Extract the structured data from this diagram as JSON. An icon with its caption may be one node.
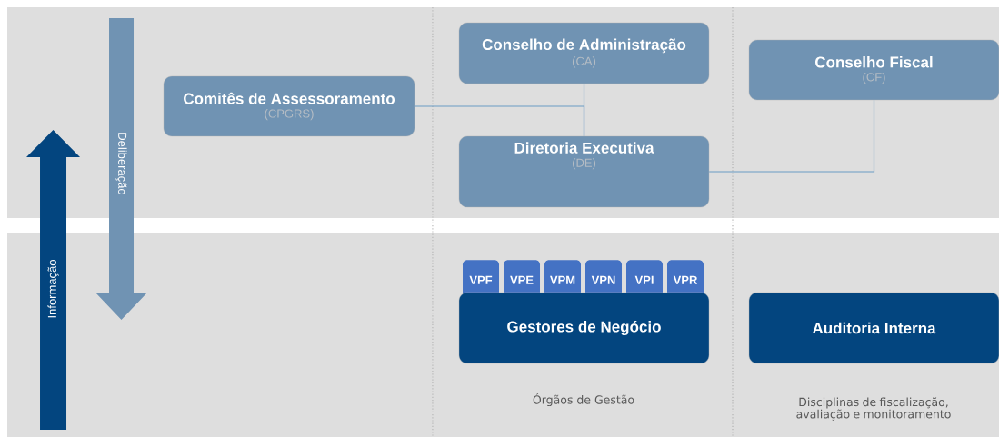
{
  "diagram": {
    "nodes": [
      {
        "text": [
          "Comitês de Assessoramento",
          "(CPGRS)"
        ]
      },
      {
        "text": [
          "Conselho de Administração",
          "(CA)"
        ]
      },
      {
        "text": [
          "Diretoria Executiva",
          "(DE)"
        ]
      },
      {
        "text": [
          "Conselho Fiscal",
          "(CF)"
        ]
      },
      {
        "text": [
          "VPF"
        ]
      },
      {
        "text": [
          "VPE"
        ]
      },
      {
        "text": [
          "VPM"
        ]
      },
      {
        "text": [
          "VPN"
        ]
      },
      {
        "text": [
          "VPI"
        ]
      },
      {
        "text": [
          "VPR"
        ]
      },
      {
        "text": [
          "Gestores de Negócio"
        ]
      },
      {
        "text": [
          "Auditoria Interna"
        ]
      }
    ],
    "edges": [
      {
        "from": 1,
        "to": 2,
        "arrow": "none"
      },
      {
        "from": 0,
        "to": 2,
        "arrow": "none"
      },
      {
        "from": 2,
        "to": 3,
        "arrow": "none"
      }
    ],
    "labels": [
      "Deliberação",
      "Informação",
      "Órgãos de Gestão",
      "Disciplinas de fiscalização, avaliação e monitoramento"
    ]
  }
}
